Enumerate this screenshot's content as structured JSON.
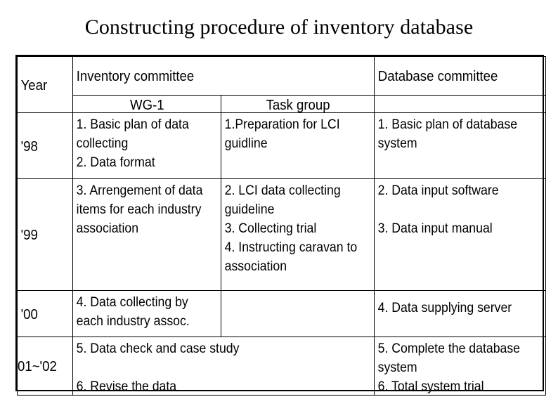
{
  "slide": {
    "title": "Constructing procedure of inventory database"
  },
  "table": {
    "headers": {
      "year": "Year",
      "inventory_committee": "Inventory committee",
      "database_committee": "Database committee",
      "wg1": "WG-1",
      "task_group": "Task group",
      "database_sub": ""
    },
    "rows": [
      {
        "year": "'98",
        "wg1": "1. Basic plan of data collecting\n2. Data format",
        "task_group": "1.Preparation for LCI guidline",
        "database": "1. Basic plan of database system"
      },
      {
        "year": "'99",
        "wg1": "3. Arrengement of data items for each industry association",
        "task_group": "2. LCI data collecting guideline\n3. Collecting trial\n4. Instructing caravan to association",
        "database_line1": "2. Data input software",
        "database_line2": "3. Data input manual"
      },
      {
        "year": "'00",
        "wg1": "4. Data collecting by each industry assoc.",
        "task_group": "",
        "database": "4. Data supplying server"
      },
      {
        "year": "01~'02",
        "merged_line1": "5. Data check and case study",
        "merged_line2": "6. Revise the data",
        "database_line1": "5. Complete the database system",
        "database_line2": "6. Total system trial"
      }
    ]
  }
}
